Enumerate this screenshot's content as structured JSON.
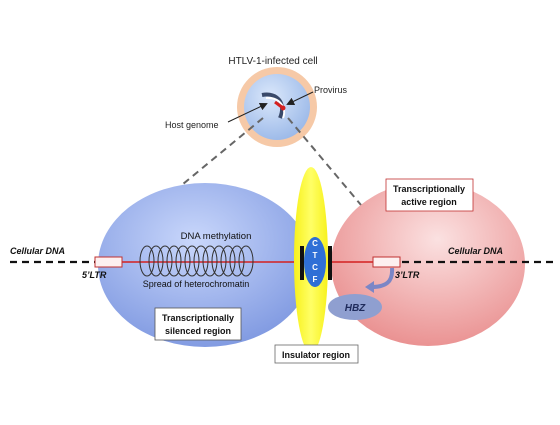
{
  "cell": {
    "title": "HTLV-1-infected cell",
    "provirus_label": "Provirus",
    "host_genome_label": "Host genome"
  },
  "left_region": {
    "dna_label": "Cellular DNA",
    "ltr_label": "5'LTR",
    "methylation_label": "DNA methylation",
    "heterochromatin_label": "Spread of heterochromatin",
    "region_label_line1": "Transcriptionally",
    "region_label_line2": "silenced region"
  },
  "right_region": {
    "dna_label": "Cellular DNA",
    "ltr_label": "3'LTR",
    "region_label_line1": "Transcriptionally",
    "region_label_line2": "active region",
    "hbz_label": "HBZ"
  },
  "insulator": {
    "ctcf_letters": [
      "C",
      "T",
      "C",
      "F"
    ],
    "label": "Insulator region"
  },
  "colors": {
    "silenced_region": "#8aa3e6",
    "active_region": "#ef9e9e",
    "insulator": "#ffff33",
    "ctcf": "#2f6fd6",
    "hbz": "#8f9fd0",
    "provirus_dna": "#d42020",
    "cell_outer": "#f6c9a7",
    "cell_inner": "#aec6ee"
  }
}
